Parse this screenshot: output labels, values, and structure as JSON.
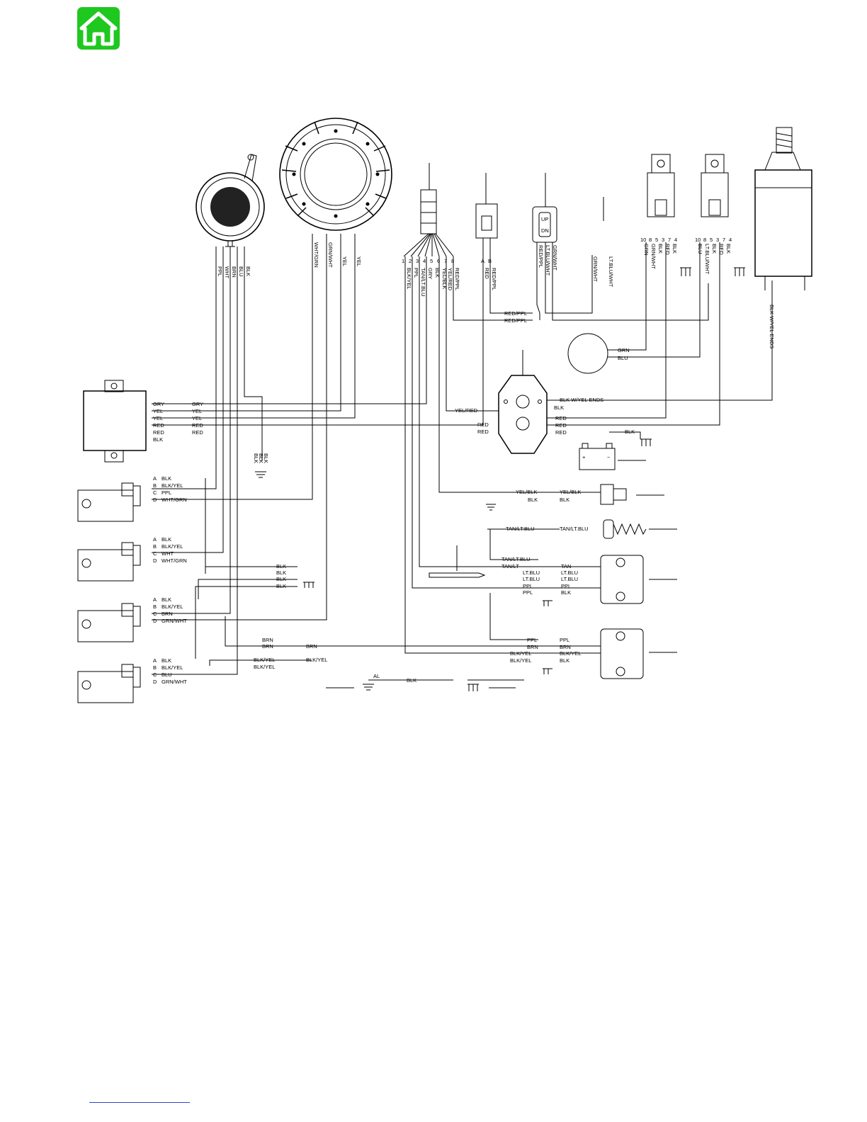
{
  "nav": {
    "home_icon": "home-icon",
    "home_color": "#1fc81f"
  },
  "wire_labels": {
    "stator": [
      "WHT/GRN",
      "GRN/WHT",
      "YEL",
      "YEL"
    ],
    "trigger": [
      "PPL",
      "WHT",
      "BRN",
      "BLU",
      "BLK"
    ],
    "harness_pins": [
      "1",
      "2",
      "3",
      "4",
      "5",
      "6",
      "7",
      "8"
    ],
    "harness_wires": [
      "BLK/YEL",
      "PPL",
      "TAN/LT.BLU",
      "GRY",
      "BLK",
      "YEL/BLK",
      "YEL/RED",
      "RED/PPL"
    ],
    "plug_ab": [
      "A",
      "B"
    ],
    "plug_wires": [
      "RED",
      "RED/PPL"
    ],
    "trim_wires": [
      "RED/PPL",
      "LT.BLU/WHT",
      "GRN/WHT"
    ],
    "trim_switch_up": "UP",
    "trim_switch_dn": "DN",
    "relay1_wires": [
      "GRN",
      "GRN/WHT",
      "BLK",
      "RED",
      "BLK"
    ],
    "relay2_wires": [
      "BLU",
      "LT.BLU/WHT",
      "BLK",
      "RED",
      "BLK"
    ],
    "relay_pins": [
      "10",
      "8",
      "5",
      "3",
      "7",
      "4"
    ],
    "starter_wire": "BLK W/YEL ENDS",
    "red_ppl_1": "RED/PPL",
    "red_ppl_2": "RED/PPL",
    "motor_grn": "GRN",
    "motor_blu": "BLU",
    "rectifier": [
      "GRY",
      "YEL",
      "YEL",
      "RED",
      "RED",
      "BLK"
    ],
    "rectifier_right": [
      "GRY",
      "YEL",
      "YEL",
      "RED",
      "RED"
    ],
    "rectifier_gnd": [
      "BLK",
      "BLK",
      "BLK"
    ],
    "solenoid": [
      "BLK W/YEL ENDS",
      "BLK",
      "RED",
      "RED",
      "RED"
    ],
    "solenoid_left": [
      "YEL/RED",
      "RED",
      "RED"
    ],
    "battery_blk": "BLK",
    "battery_plus": "+",
    "battery_minus": "−",
    "coil_pins": [
      "A",
      "B",
      "C",
      "D"
    ],
    "coil1": [
      "BLK",
      "BLK/YEL",
      "PPL",
      "WHT/GRN"
    ],
    "coil2": [
      "BLK",
      "BLK/YEL",
      "WHT",
      "WHT/GRN"
    ],
    "coil3": [
      "BLK",
      "BLK/YEL",
      "BRN",
      "GRN/WHT"
    ],
    "coil4": [
      "BLK",
      "BLK/YEL",
      "BLU",
      "GRN/WHT"
    ],
    "coil_gnd": [
      "BLK",
      "BLK",
      "BLK",
      "BLK"
    ],
    "brn": [
      "BRN",
      "BRN",
      "BRN"
    ],
    "blkyel": [
      "BLK/YEL",
      "BLK/YEL",
      "BLK/YEL"
    ],
    "temp": [
      "YEL/BLK",
      "YEL/BLK",
      "BLK",
      "BLK"
    ],
    "choke": [
      "TAN/LT.BLU",
      "TAN/LT.BLU"
    ],
    "sw1_left": [
      "TAN/LT.BLU",
      "TAN/LT",
      "LT.BLU",
      "LT.BLU",
      "PPL",
      "PPL"
    ],
    "sw1_right": [
      "TAN",
      "LT.BLU",
      "LT.BLU",
      "PPL",
      "BLK"
    ],
    "sw2_left": [
      "PPL",
      "BRN",
      "BLK/YEL",
      "BLK/YEL"
    ],
    "sw2_right": [
      "PPL",
      "BRN",
      "BLK/YEL",
      "BLK"
    ],
    "bottom_al": "AL",
    "bottom_blk": "BLK"
  }
}
